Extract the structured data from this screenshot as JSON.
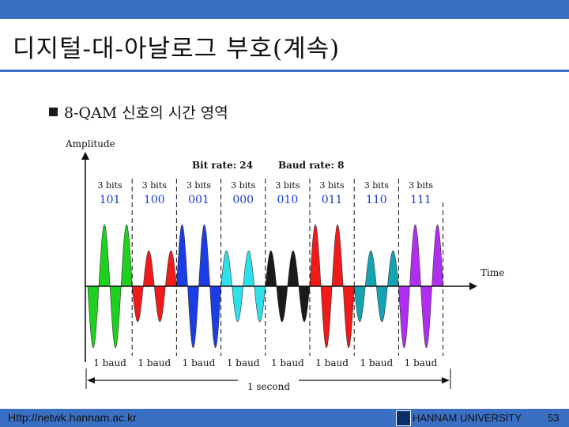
{
  "slide": {
    "title": "디지털-대-아날로그 부호(계속)",
    "bullet": "8-QAM 신호의 시간 영역",
    "footer_url": "Http://netwk.hannam.ac.kr",
    "footer_university": "HANNAM UNIVERSITY",
    "page_number": "53"
  },
  "diagram": {
    "y_axis_label": "Amplitude",
    "x_axis_label": "Time",
    "bit_rate_label": "Bit rate: 24",
    "baud_rate_label": "Baud rate: 8",
    "duration_label": "1 second",
    "symbols": [
      {
        "count_label": "3 bits",
        "bits": "101",
        "baud_label": "1 baud",
        "color": "#1fd11f",
        "amplitude": "large",
        "phase": "flip"
      },
      {
        "count_label": "3 bits",
        "bits": "100",
        "baud_label": "1 baud",
        "color": "#f01a1a",
        "amplitude": "small",
        "phase": "flip"
      },
      {
        "count_label": "3 bits",
        "bits": "001",
        "baud_label": "1 baud",
        "color": "#1a3de6",
        "amplitude": "large",
        "phase": "normal"
      },
      {
        "count_label": "3 bits",
        "bits": "000",
        "baud_label": "1 baud",
        "color": "#2ee0ea",
        "amplitude": "small",
        "phase": "normal"
      },
      {
        "count_label": "3 bits",
        "bits": "010",
        "baud_label": "1 baud",
        "color": "#1a1a1a",
        "amplitude": "small",
        "phase": "normal"
      },
      {
        "count_label": "3 bits",
        "bits": "011",
        "baud_label": "1 baud",
        "color": "#f01a1a",
        "amplitude": "large",
        "phase": "normal"
      },
      {
        "count_label": "3 bits",
        "bits": "110",
        "baud_label": "1 baud",
        "color": "#12a4b2",
        "amplitude": "small",
        "phase": "flip"
      },
      {
        "count_label": "3 bits",
        "bits": "111",
        "baud_label": "1 baud",
        "color": "#b02ef0",
        "amplitude": "large",
        "phase": "flip"
      }
    ],
    "colors": {
      "bits_text": "#1a3bd6",
      "axis": "#111111",
      "accent_bar": "#3a6fc4"
    }
  }
}
